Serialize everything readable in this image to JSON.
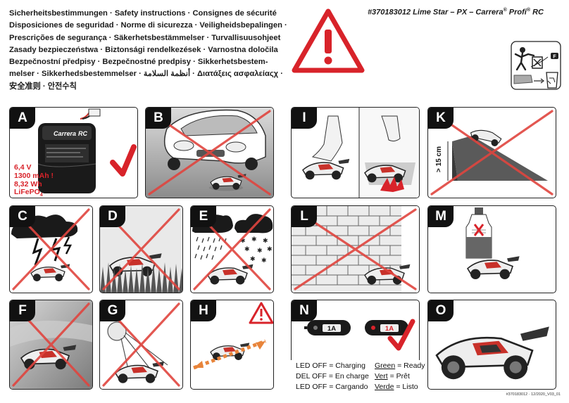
{
  "header": {
    "title_lines": [
      "Sicherheitsbestimmungen · Safety instructions · Consignes de sécurité",
      "Disposiciones de seguridad · Norme di sicurezza · Veiligheidsbepalingen ·",
      "Prescrições de segurança · Säkerhetsbestämmelser · Turvallisuusohjeet",
      "Zasady bezpieczeństwa · Biztonsági rendelkezések · Varnostna določila",
      "Bezpečnostní předpisy · Bezpečnostné predpisy · Sikkerhetsbestem-",
      "melser · Sikkerhedsbestemmelser · أنظمة السلامة · Διατάξεις ασφαλείαςχ ·",
      "安全准则 · 안전수칙"
    ],
    "model_title": "#370183012 Lime Star – PX – Carrera",
    "model_reg1": "®",
    "model_profi": " Profi",
    "model_reg2": "®",
    "model_rc": " RC"
  },
  "recycle": {
    "badge": "F"
  },
  "panels": {
    "A": {
      "letter": "A",
      "voltage": "6,4 V",
      "capacity": "1300 mAh !",
      "energy": "8,32 Wh",
      "chem": "LiFePO",
      "chem_sub": "4",
      "brand": "Carrera",
      "brand2": "RC"
    },
    "B": {
      "letter": "B"
    },
    "C": {
      "letter": "C"
    },
    "D": {
      "letter": "D"
    },
    "E": {
      "letter": "E"
    },
    "F": {
      "letter": "F"
    },
    "G": {
      "letter": "G"
    },
    "H": {
      "letter": "H"
    },
    "I": {
      "letter": "I"
    },
    "K": {
      "letter": "K",
      "height_label": "> 15 cm"
    },
    "L": {
      "letter": "L"
    },
    "M": {
      "letter": "M"
    },
    "N": {
      "letter": "N",
      "charger_label": "1A"
    },
    "O": {
      "letter": "O"
    }
  },
  "legend": {
    "rows": [
      {
        "left": "LED OFF = Charging",
        "right_word": "Green",
        "right_rest": " = Ready"
      },
      {
        "left": "DEL OFF = En charge",
        "right_word": "Vert",
        "right_rest": " = Prêt"
      },
      {
        "left": "LED OFF = Cargando",
        "right_word": "Verde",
        "right_rest": " = Listo"
      }
    ]
  },
  "footer": {
    "code": "#370183012 · 12/2020_V03_01"
  },
  "colors": {
    "warning_red": "#d8232a",
    "panel_border": "#222222",
    "cross_red": "#e0453f"
  }
}
